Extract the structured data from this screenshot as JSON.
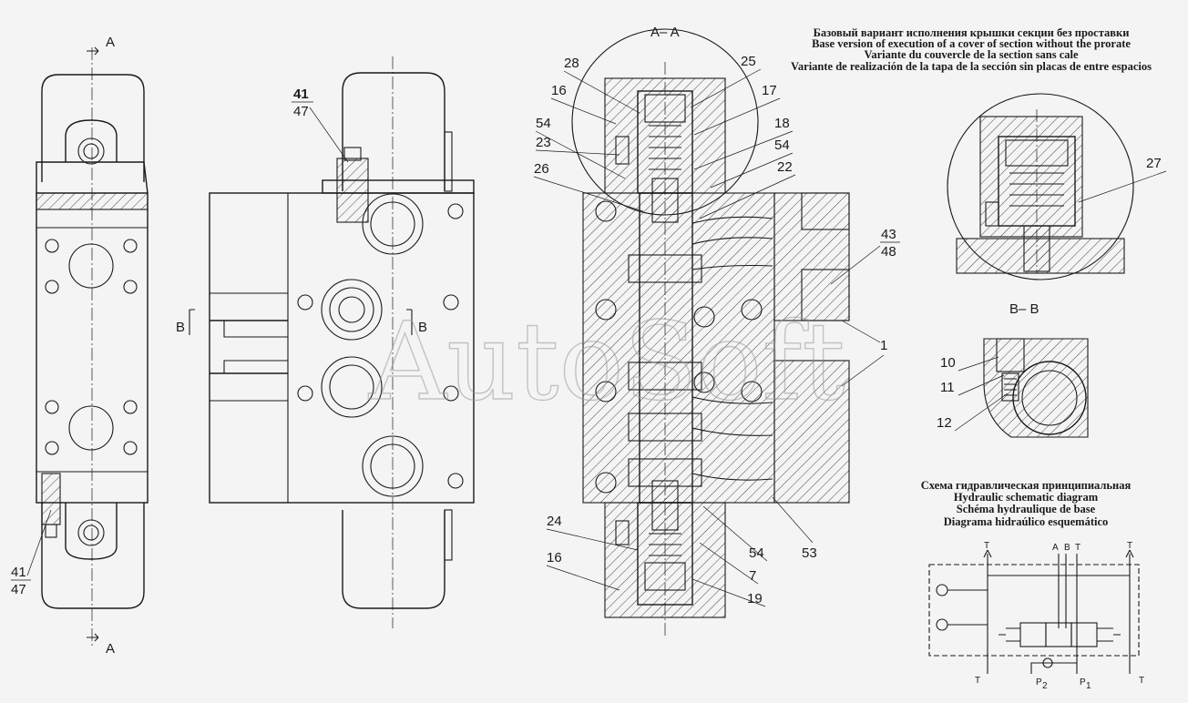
{
  "caption": {
    "line_ru": "Базовый вариант исполнения крышки секции без проставки",
    "line_en": "Base version of execution of a cover of section without the prorate",
    "line_fr": "Variante du couvercle de la section sans cale",
    "line_es": "Variante de realización de la tapa de la sección sin placas de entre espacios"
  },
  "schematic_caption": {
    "line_ru": "Схема гидравлическая принципиальная",
    "line_en": "Hydraulic schematic diagram",
    "line_fr": "Schéma hydraulique de base",
    "line_es": "Diagrama hidraúlico esquemático"
  },
  "section_labels": {
    "a_top": "A",
    "a_bottom": "A",
    "aa": "A– A",
    "b_left": "B",
    "b_right": "B",
    "bb": "B– B"
  },
  "callouts": {
    "c41_top": "41",
    "c47_top": "47",
    "c41_bottom": "41",
    "c47_bottom": "47",
    "c28": "28",
    "c25": "25",
    "c16_top": "16",
    "c17": "17",
    "c54_a": "54",
    "c18": "18",
    "c23": "23",
    "c54_b": "54",
    "c26": "26",
    "c22": "22",
    "c43": "43",
    "c48": "48",
    "c27": "27",
    "c1": "1",
    "c10": "10",
    "c11": "11",
    "c12": "12",
    "c24": "24",
    "c16_bottom": "16",
    "c54_c": "54",
    "c53": "53",
    "c7": "7",
    "c19": "19"
  },
  "ports": {
    "t1": "T",
    "t2": "T",
    "a": "A",
    "b": "B",
    "t3": "T",
    "t4": "T",
    "t5": "T",
    "p2": "P",
    "p2_sub": "2",
    "p1": "P",
    "p1_sub": "1"
  },
  "watermark": "AutoSoft"
}
